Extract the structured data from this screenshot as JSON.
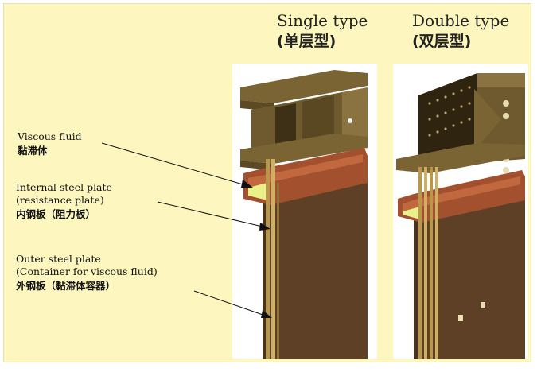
{
  "titles": {
    "single_en": "Single type",
    "single_cn": "(单层型)",
    "double_en": "Double type",
    "double_cn": "(双层型)"
  },
  "labels": {
    "viscous_en": "Viscous fluid",
    "viscous_cn": "黏滞体",
    "internal_en_1": "Internal steel plate",
    "internal_en_2": "(resistance plate)",
    "internal_cn": "内钢板（阻力板）",
    "outer_en_1": "Outer steel plate",
    "outer_en_2": "(Container for viscous fluid)",
    "outer_cn": "外钢板（黏滞体容器）"
  },
  "colors": {
    "background": "#fdf7bf",
    "wall": "#5e4026",
    "beam_olive": "#6e5a2e",
    "fluid": "#ecf08a",
    "container_red": "#a3502e",
    "plate_gold": "#b8964a"
  }
}
